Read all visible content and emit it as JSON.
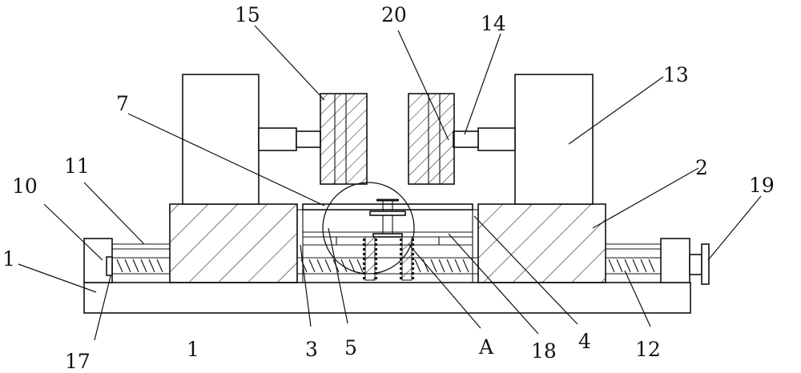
{
  "figure": {
    "labels": {
      "l1a": "1",
      "l1b": "1",
      "l2": "2",
      "l3": "3",
      "l4": "4",
      "l5": "5",
      "l7": "7",
      "l10": "10",
      "l11": "11",
      "l12": "12",
      "l13": "13",
      "l14": "14",
      "l15": "15",
      "l17": "17",
      "l18": "18",
      "l19": "19",
      "l20": "20",
      "lA": "A"
    }
  }
}
